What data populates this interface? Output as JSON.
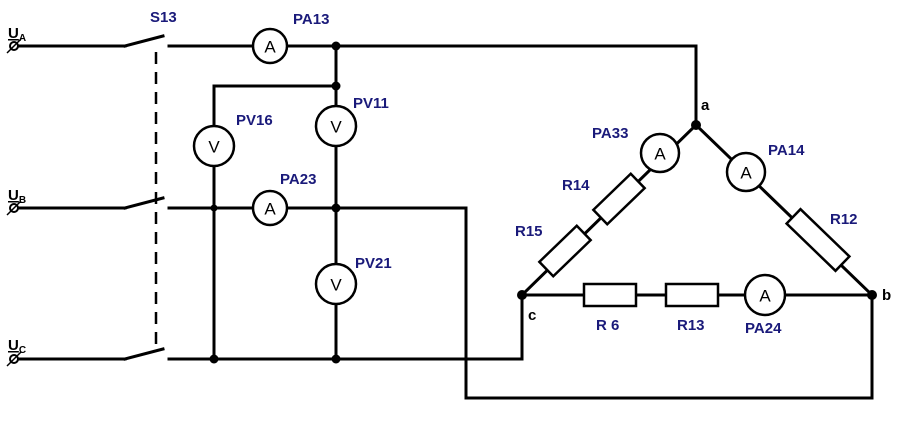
{
  "phases": {
    "a": {
      "main": "U",
      "sub": "A"
    },
    "b": {
      "main": "U",
      "sub": "B"
    },
    "c": {
      "main": "U",
      "sub": "C"
    }
  },
  "switch_label": "S13",
  "ammeters": {
    "pa13": {
      "label": "PA13",
      "symbol": "A"
    },
    "pa23": {
      "label": "PA23",
      "symbol": "A"
    },
    "pa33": {
      "label": "PA33",
      "symbol": "A"
    },
    "pa14": {
      "label": "PA14",
      "symbol": "A"
    },
    "pa24": {
      "label": "PA24",
      "symbol": "A"
    }
  },
  "voltmeters": {
    "pv16": {
      "label": "PV16",
      "symbol": "V"
    },
    "pv11": {
      "label": "PV11",
      "symbol": "V"
    },
    "pv21": {
      "label": "PV21",
      "symbol": "V"
    }
  },
  "resistors": {
    "r14": "R14",
    "r15": "R15",
    "r12": "R12",
    "r6": "R 6",
    "r13": "R13"
  },
  "nodes": {
    "a": "a",
    "b": "b",
    "c": "c"
  }
}
